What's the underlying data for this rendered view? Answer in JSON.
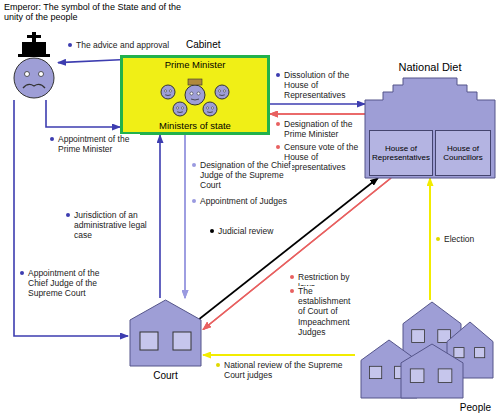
{
  "diagram": {
    "nodes": [
      {
        "text": [
          "Emperor: The symbol of the State and of the unity of the people"
        ]
      },
      {
        "text": [
          "Cabinet",
          "Prime Minister",
          "Ministers of state"
        ]
      },
      {
        "text": [
          "National Diet"
        ]
      },
      {
        "text": [
          "House of Representatives"
        ],
        "in": 2
      },
      {
        "text": [
          "House of Councillors"
        ],
        "in": 2
      },
      {
        "text": [
          "Court"
        ]
      },
      {
        "text": [
          "People"
        ]
      }
    ],
    "edges": [
      {
        "from": 1,
        "to": 0,
        "arrow": "to",
        "label": "The advice and approval"
      },
      {
        "from": 0,
        "to": 1,
        "arrow": "to",
        "label": "Appointment of the Prime Minister"
      },
      {
        "from": 1,
        "to": 2,
        "arrow": "to",
        "label": "Dissolution of the House of Representatives"
      },
      {
        "from": 2,
        "to": 1,
        "arrow": "to",
        "label": "Designation of the Prime Minister"
      },
      {
        "from": 2,
        "to": 1,
        "arrow": "to",
        "label": "Censure vote of the House of Representatives"
      },
      {
        "from": 1,
        "to": 5,
        "arrow": "to",
        "label": "Designation of the Chief Judge of the Supreme Court"
      },
      {
        "from": 1,
        "to": 5,
        "arrow": "to",
        "label": "Appointment of Judges"
      },
      {
        "from": 5,
        "to": 1,
        "arrow": "to",
        "label": "Jurisdiction of an administrative legal case"
      },
      {
        "from": 0,
        "to": 5,
        "arrow": "to",
        "label": "Appointment of the Chief Judge of the Supreme Court"
      },
      {
        "from": 5,
        "to": 2,
        "arrow": "to",
        "label": "Judicial review"
      },
      {
        "from": 2,
        "to": 5,
        "arrow": "to",
        "label": "Restriction by laws"
      },
      {
        "from": 2,
        "to": 5,
        "arrow": "to",
        "label": "The establishment of Court of Impeachment Judges"
      },
      {
        "from": 6,
        "to": 2,
        "arrow": "to",
        "label": "Election"
      },
      {
        "from": 6,
        "to": 5,
        "arrow": "to",
        "label": "National review of the Supreme Court judges"
      }
    ]
  }
}
